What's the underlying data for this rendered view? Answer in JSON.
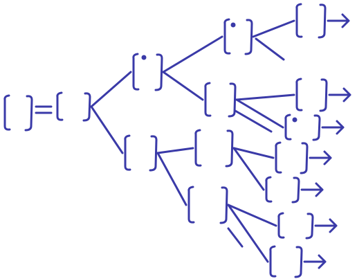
{
  "ink_color": "#3a3aa8",
  "paper_color": "#ffffff",
  "diagram": {
    "kind": "hand-drawn branching tree of empty bracket pairs",
    "root_equation": "[ ] = [ ]",
    "nodes": [
      {
        "id": "root-left"
      },
      {
        "id": "root-right"
      },
      {
        "id": "level1-upper"
      },
      {
        "id": "level1-lower"
      },
      {
        "id": "level2-upper-a"
      },
      {
        "id": "level2-upper-b"
      },
      {
        "id": "level2-lower-a"
      },
      {
        "id": "level2-lower-b"
      },
      {
        "id": "leaf-1"
      },
      {
        "id": "leaf-2"
      },
      {
        "id": "leaf-3"
      },
      {
        "id": "leaf-4"
      },
      {
        "id": "leaf-5"
      },
      {
        "id": "leaf-6"
      },
      {
        "id": "leaf-7"
      }
    ],
    "edges": [
      [
        "root-right",
        "level1-upper"
      ],
      [
        "root-right",
        "level1-lower"
      ],
      [
        "level1-upper",
        "level2-upper-a"
      ],
      [
        "level1-upper",
        "level2-upper-b"
      ],
      [
        "level1-lower",
        "level2-lower-a"
      ],
      [
        "level1-lower",
        "level2-lower-b"
      ],
      [
        "level2-upper-a",
        "leaf-1"
      ],
      [
        "level2-upper-b",
        "leaf-2"
      ],
      [
        "level2-upper-b",
        "leaf-3"
      ],
      [
        "level2-lower-a",
        "leaf-4"
      ],
      [
        "level2-lower-a",
        "leaf-5"
      ],
      [
        "level2-lower-b",
        "leaf-6"
      ],
      [
        "level2-lower-b",
        "leaf-7"
      ]
    ]
  }
}
